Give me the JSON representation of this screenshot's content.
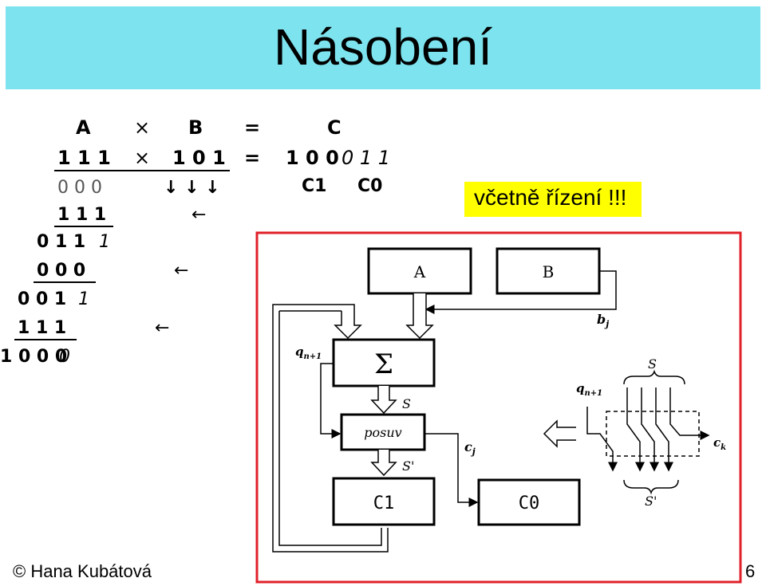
{
  "title": "Násobení",
  "badge": "včetně řízení !!!",
  "footer": {
    "author": "© Hana Kubátová",
    "page": "6"
  },
  "mult": {
    "header": [
      "A",
      "×",
      "B",
      "=",
      "C"
    ],
    "row1": {
      "a": "1 1 1",
      "op": "×",
      "b": "1 0 1",
      "eq": "=",
      "result_bold": "1 0 0",
      "result_italic": "0 1 1"
    },
    "row_zeros": "0 0 0",
    "arrows_down": "↓ ↓ ↓",
    "c1": "C1",
    "c0": "C0",
    "row_p1": "1 1 1",
    "row_p2_bold": "0 1 1",
    "row_p2_italic": "1",
    "row_p3": "0 0 0",
    "row_p4_bold": "0 0 1",
    "row_p4_italic": "1",
    "row_p5": "1 1 1",
    "row_p6_bold": "1 0 0 0",
    "row_p6_italic": "0",
    "left_arrow": "←"
  },
  "diagram": {
    "block_a": "A",
    "block_b": "B",
    "sigma": "Σ",
    "posuv": "posuv",
    "c1": "C1",
    "c0": "C0",
    "bj": "b",
    "bj_sub": "j",
    "qn1": "q",
    "qn1_sub": "n+1",
    "s": "S",
    "s_prime": "S'",
    "cj": "c",
    "cj_sub": "j",
    "ck": "c",
    "ck_sub": "k",
    "right_qn1": "q",
    "right_qn1_sub": "n+1",
    "right_s": "S",
    "right_s_prime": "S'"
  },
  "colors": {
    "title_bg": "#7de3ee",
    "badge_bg": "#ffff00",
    "frame": "#e0202a"
  }
}
